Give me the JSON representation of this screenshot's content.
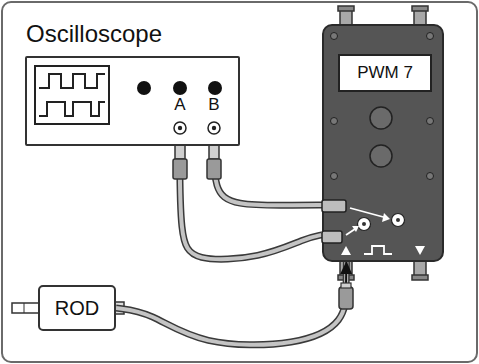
{
  "diagram": {
    "nodes": [
      {
        "text": [
          "Oscilloscope"
        ]
      },
      {
        "text": [
          "PWM 7"
        ]
      },
      {
        "text": [
          "ROD"
        ]
      }
    ],
    "edges": [
      {
        "from": 0,
        "to": 1,
        "arrow": "none"
      },
      {
        "from": 0,
        "to": 1,
        "arrow": "none"
      },
      {
        "from": 2,
        "to": 1,
        "arrow": "to"
      }
    ],
    "labels": [
      "A",
      "B"
    ]
  }
}
